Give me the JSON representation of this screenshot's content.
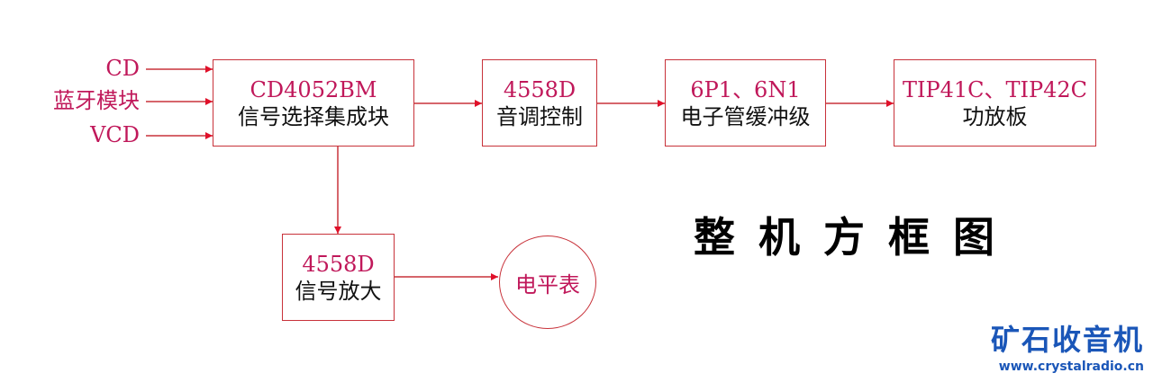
{
  "inputs": [
    "CD",
    "蓝牙模块",
    "VCD"
  ],
  "boxes": {
    "selector": {
      "line1": "CD4052BM",
      "line2": "信号选择集成块"
    },
    "tone": {
      "line1": "4558D",
      "line2": "音调控制"
    },
    "buffer": {
      "line1": "6P1、6N1",
      "line2": "电子管缓冲级"
    },
    "amp": {
      "line1": "TIP41C、TIP42C",
      "line2": "功放板"
    },
    "signal_amp": {
      "line1": "4558D",
      "line2": "信号放大"
    }
  },
  "meter": "电平表",
  "title": "整机方框图",
  "logo": {
    "name": "矿石收音机",
    "url": "www.crystalradio.cn"
  },
  "colors": {
    "line": "#c8323a",
    "label": "#c0185a",
    "logo": "#1a56b8"
  }
}
